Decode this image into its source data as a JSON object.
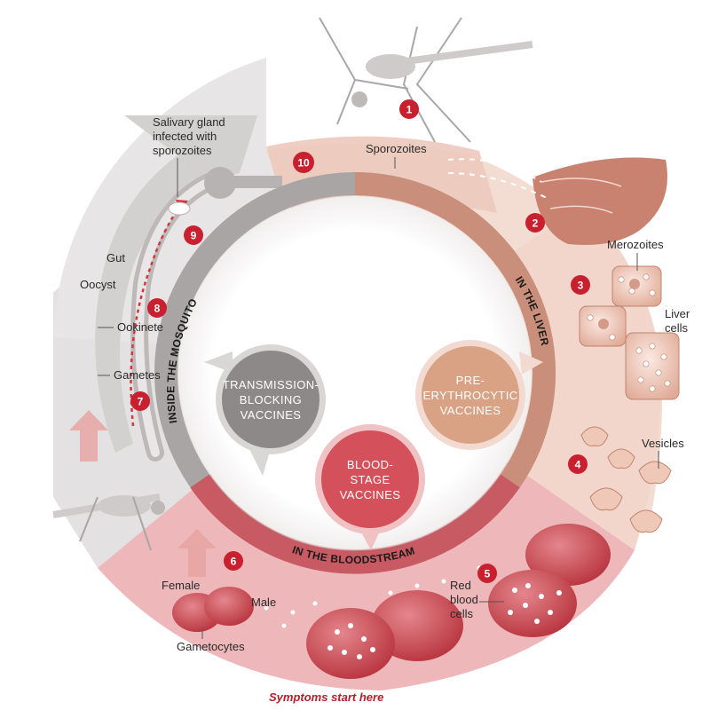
{
  "labels": {
    "salivary_1": "Salivary gland",
    "salivary_2": "infected with",
    "salivary_3": "sporozoites",
    "sporozoites": "Sporozoites",
    "merozoites": "Merozoites",
    "liver_cells_1": "Liver",
    "liver_cells_2": "cells",
    "vesicles": "Vesicles",
    "red_blood_1": "Red",
    "red_blood_2": "blood",
    "red_blood_3": "cells",
    "female": "Female",
    "male": "Male",
    "gametocytes": "Gametocytes",
    "gut": "Gut",
    "oocyst": "Oocyst",
    "ookinete": "Ookinete",
    "gametes": "Gametes",
    "symptoms": "Symptoms start here"
  },
  "ring_labels": {
    "liver": "IN THE LIVER",
    "bloodstream": "IN THE BLOODSTREAM",
    "mosquito": "INSIDE THE MOSQUITO"
  },
  "vaccines": {
    "transmission": [
      "TRANSMISSION-",
      "BLOCKING",
      "VACCINES"
    ],
    "pre_erythrocytic": [
      "PRE-",
      "ERYTHROCYTIC",
      "VACCINES"
    ],
    "blood_stage": [
      "BLOOD-",
      "STAGE",
      "VACCINES"
    ]
  },
  "steps": [
    "1",
    "2",
    "3",
    "4",
    "5",
    "6",
    "7",
    "8",
    "9",
    "10"
  ],
  "colors": {
    "badge_red": "#c8202f",
    "liver_sector": "#f2d6cb",
    "blood_sector": "#eeb7b9",
    "mosquito_sector": "#e3e1e1",
    "transmission_fill": "#8d8989",
    "pre_erythro_fill": "#d9a285",
    "blood_stage_fill": "#d4505a",
    "symptom_text": "#b2202c"
  }
}
